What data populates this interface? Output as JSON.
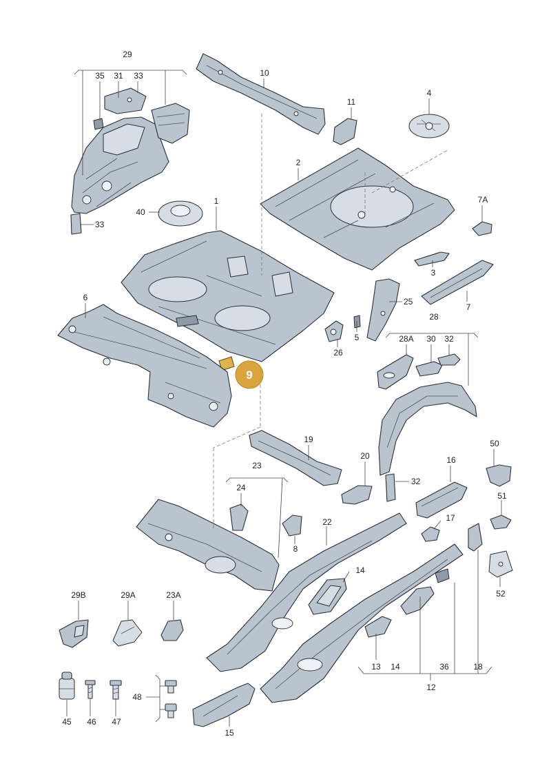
{
  "diagram": {
    "selected_callout": "9",
    "labels": {
      "l29": "29",
      "l35": "35",
      "l31": "31",
      "l33a": "33",
      "l33b": "33",
      "l10": "10",
      "l11": "11",
      "l4": "4",
      "l2": "2",
      "l40": "40",
      "l1": "1",
      "l7a": "7A",
      "l3": "3",
      "l7": "7",
      "l6": "6",
      "l25": "25",
      "l5": "5",
      "l26": "26",
      "l28": "28",
      "l28a": "28A",
      "l30": "30",
      "l32a": "32",
      "l19": "19",
      "l20": "20",
      "l32b": "32",
      "l50": "50",
      "l16": "16",
      "l23": "23",
      "l24": "24",
      "l22": "22",
      "l8": "8",
      "l17": "17",
      "l51": "51",
      "l14a": "14",
      "l52": "52",
      "l29b": "29B",
      "l29a": "29A",
      "l23a": "23A",
      "l13": "13",
      "l14b": "14",
      "l36": "36",
      "l18": "18",
      "l12": "12",
      "l48": "48",
      "l45": "45",
      "l46": "46",
      "l47": "47",
      "l15": "15"
    }
  }
}
